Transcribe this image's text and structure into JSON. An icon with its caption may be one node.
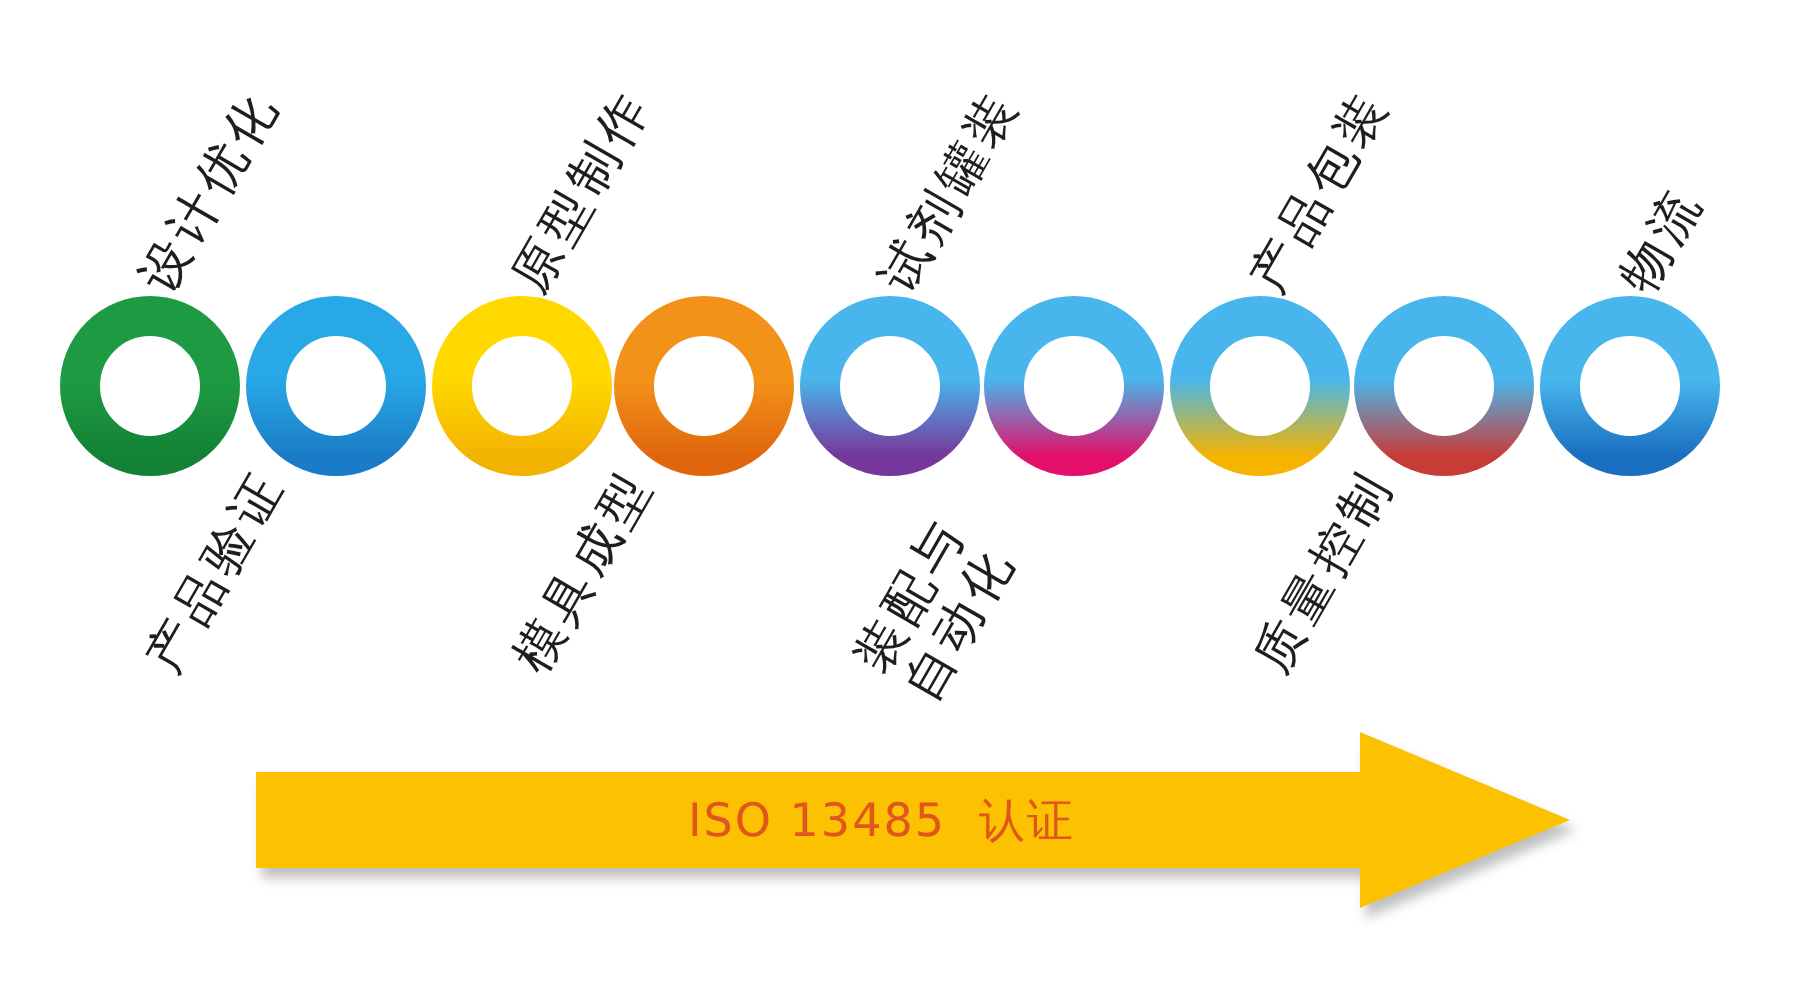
{
  "diagram": {
    "nodes": [
      {
        "text": [
          "设计优化"
        ]
      },
      {
        "text": [
          "产品验证"
        ]
      },
      {
        "text": [
          "原型制作"
        ]
      },
      {
        "text": [
          "模具成型"
        ]
      },
      {
        "text": [
          "试剂罐装"
        ]
      },
      {
        "text": [
          "装配与自动化"
        ]
      },
      {
        "text": [
          "产品包装"
        ]
      },
      {
        "text": [
          "质量控制"
        ]
      },
      {
        "text": [
          "物流"
        ]
      },
      {
        "text": [
          "ISO 13485  认证"
        ]
      }
    ],
    "edges": []
  }
}
